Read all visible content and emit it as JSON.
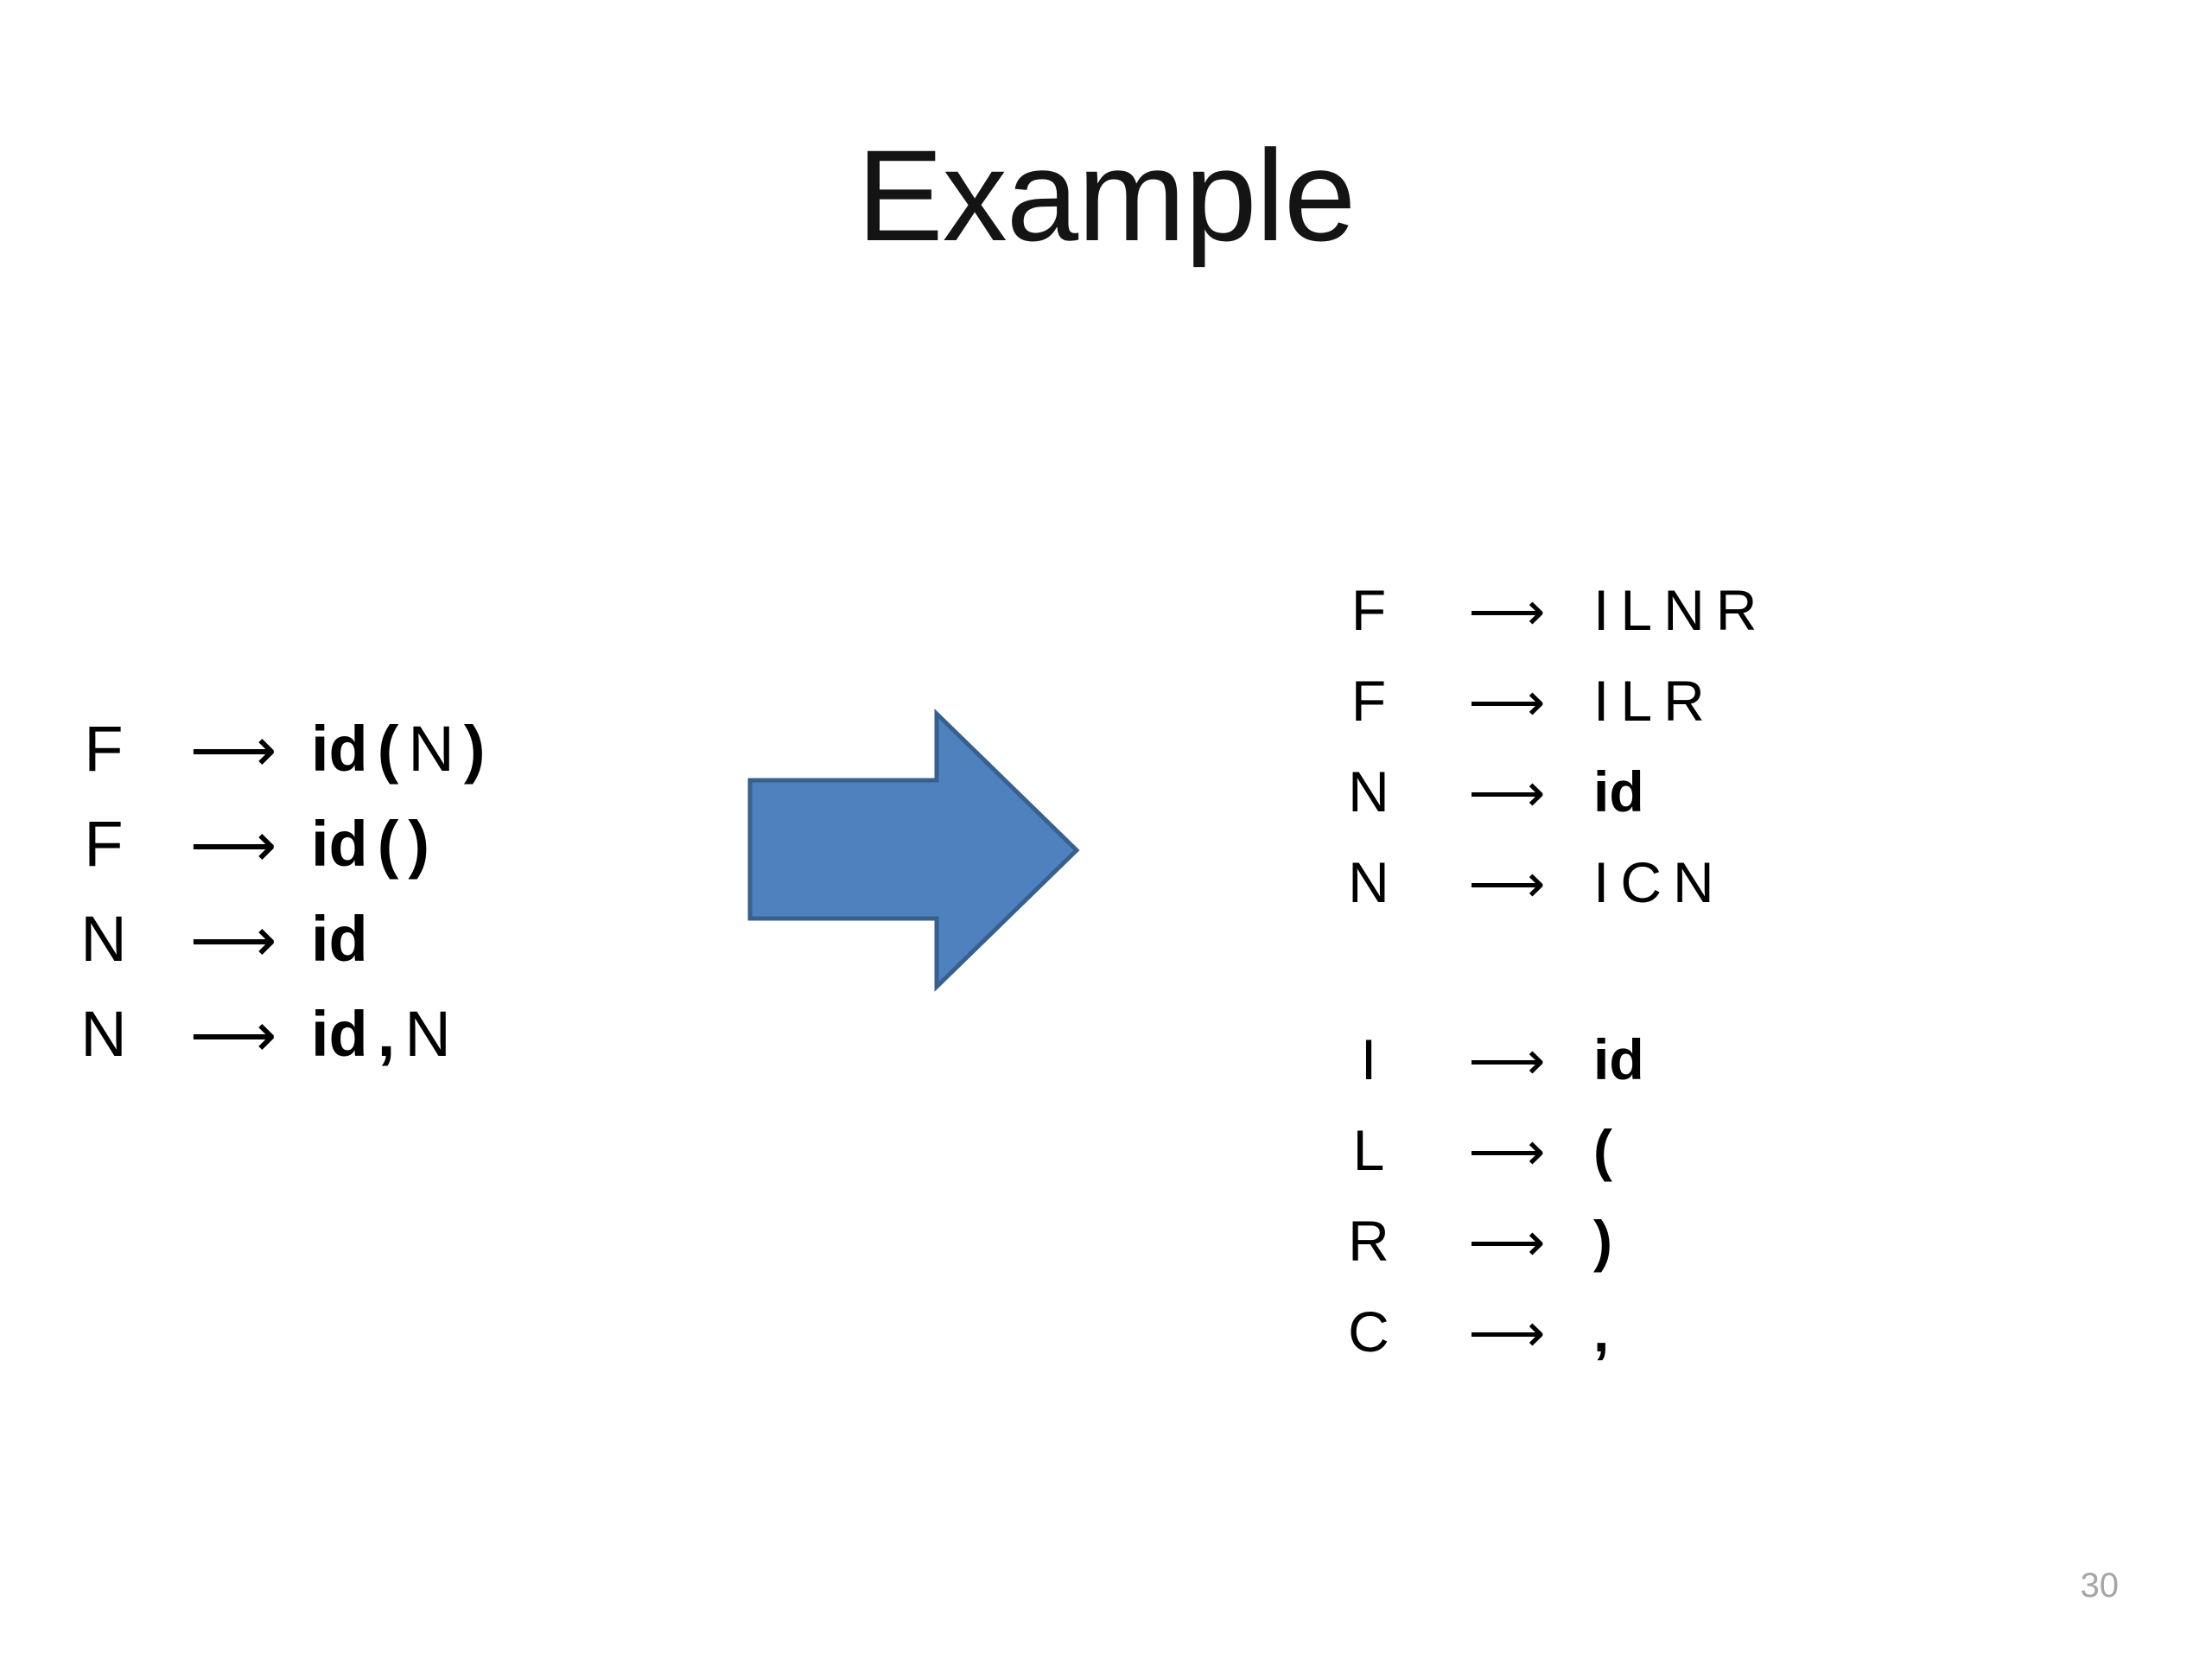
{
  "slide": {
    "title": "Example",
    "page_number": "30",
    "background_color": "#ffffff",
    "text_color": "#000000",
    "page_number_color": "#a6a6a6"
  },
  "arrow_shape": {
    "name": "right-block-arrow",
    "fill_color": "#4e81bd",
    "stroke_color": "#38608f",
    "direction": "right"
  },
  "rule_arrow_glyph": "⟶",
  "grammar_left": {
    "name": "original-grammar",
    "rules": [
      {
        "lhs": "F",
        "arrow": "⟶",
        "rhs": [
          {
            "text": "id",
            "kind": "terminal"
          },
          {
            "text": "(",
            "kind": "terminal"
          },
          {
            "text": "N",
            "kind": "nonterminal"
          },
          {
            "text": ")",
            "kind": "terminal"
          }
        ]
      },
      {
        "lhs": "F",
        "arrow": "⟶",
        "rhs": [
          {
            "text": "id",
            "kind": "terminal"
          },
          {
            "text": "(",
            "kind": "terminal"
          },
          {
            "text": ")",
            "kind": "terminal"
          }
        ]
      },
      {
        "lhs": "N",
        "arrow": "⟶",
        "rhs": [
          {
            "text": "id",
            "kind": "terminal"
          }
        ]
      },
      {
        "lhs": "N",
        "arrow": "⟶",
        "rhs": [
          {
            "text": "id",
            "kind": "terminal"
          },
          {
            "text": ",",
            "kind": "terminal"
          },
          {
            "text": "N",
            "kind": "nonterminal"
          }
        ]
      }
    ]
  },
  "grammar_right": {
    "name": "transformed-grammar",
    "groups": [
      {
        "name": "nonterminal-rules",
        "rules": [
          {
            "lhs": "F",
            "arrow": "⟶",
            "rhs": [
              {
                "text": "I",
                "kind": "nonterminal"
              },
              {
                "text": "L",
                "kind": "nonterminal"
              },
              {
                "text": "N",
                "kind": "nonterminal"
              },
              {
                "text": "R",
                "kind": "nonterminal"
              }
            ]
          },
          {
            "lhs": "F",
            "arrow": "⟶",
            "rhs": [
              {
                "text": "I",
                "kind": "nonterminal"
              },
              {
                "text": "L",
                "kind": "nonterminal"
              },
              {
                "text": "R",
                "kind": "nonterminal"
              }
            ]
          },
          {
            "lhs": "N",
            "arrow": "⟶",
            "rhs": [
              {
                "text": "id",
                "kind": "terminal"
              }
            ]
          },
          {
            "lhs": "N",
            "arrow": "⟶",
            "rhs": [
              {
                "text": "I",
                "kind": "nonterminal"
              },
              {
                "text": "C",
                "kind": "nonterminal"
              },
              {
                "text": "N",
                "kind": "nonterminal"
              }
            ]
          }
        ]
      },
      {
        "name": "terminal-rules",
        "rules": [
          {
            "lhs": "I",
            "arrow": "⟶",
            "rhs": [
              {
                "text": "id",
                "kind": "terminal"
              }
            ]
          },
          {
            "lhs": "L",
            "arrow": "⟶",
            "rhs": [
              {
                "text": "(",
                "kind": "terminal"
              }
            ]
          },
          {
            "lhs": "R",
            "arrow": "⟶",
            "rhs": [
              {
                "text": ")",
                "kind": "terminal"
              }
            ]
          },
          {
            "lhs": "C",
            "arrow": "⟶",
            "rhs": [
              {
                "text": ",",
                "kind": "terminal"
              }
            ]
          }
        ]
      }
    ]
  }
}
